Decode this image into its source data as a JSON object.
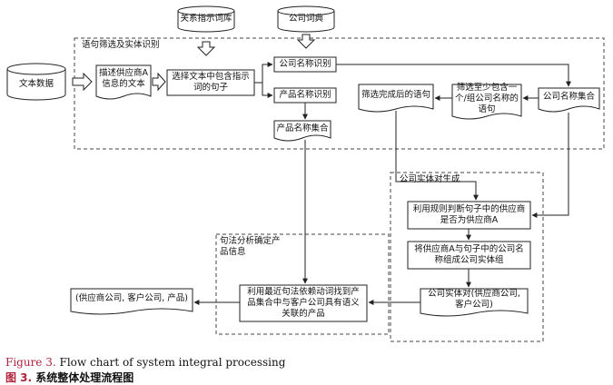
{
  "nodes": {
    "relation_lexicon": "关系指示词库",
    "company_lexicon": "公司词典",
    "text_data": "文本数据",
    "supplier_text": "描述供应商A信息的文本",
    "select_sentences": "选择文本中包含指示词的句子",
    "company_recognition": "公司名称识别",
    "product_recognition": "产品名称识别",
    "product_set": "产品名称集合",
    "filtered_sentences": "筛选完成后的语句",
    "filter_company": "筛选至少包含一个/组公司名称的语句",
    "company_set": "公司名称集合",
    "judge_supplier": "利用规则判断句子中的供应商是否为供应商A",
    "form_pair_group": "将供应商A与句子中的公司名称组成公司实体组",
    "entity_pair": "公司实体对(供应商公司, 客户公司)",
    "find_product": "利用最近句法依赖动词找到产品集合中与客户公司具有语义关联的产品",
    "result": "(供应商公司, 客户公司, 产品)"
  },
  "regions": {
    "sentence_filter": "语句筛选及实体识别",
    "entity_pair_gen": "公司实体对生成",
    "syntax_analysis": "句法分析确定产品信息"
  },
  "caption": {
    "en_prefix": "Figure 3.",
    "en_text": " Flow chart of system integral processing",
    "zh_prefix": "图 3.",
    "zh_text": "  系统整体处理流程图"
  }
}
